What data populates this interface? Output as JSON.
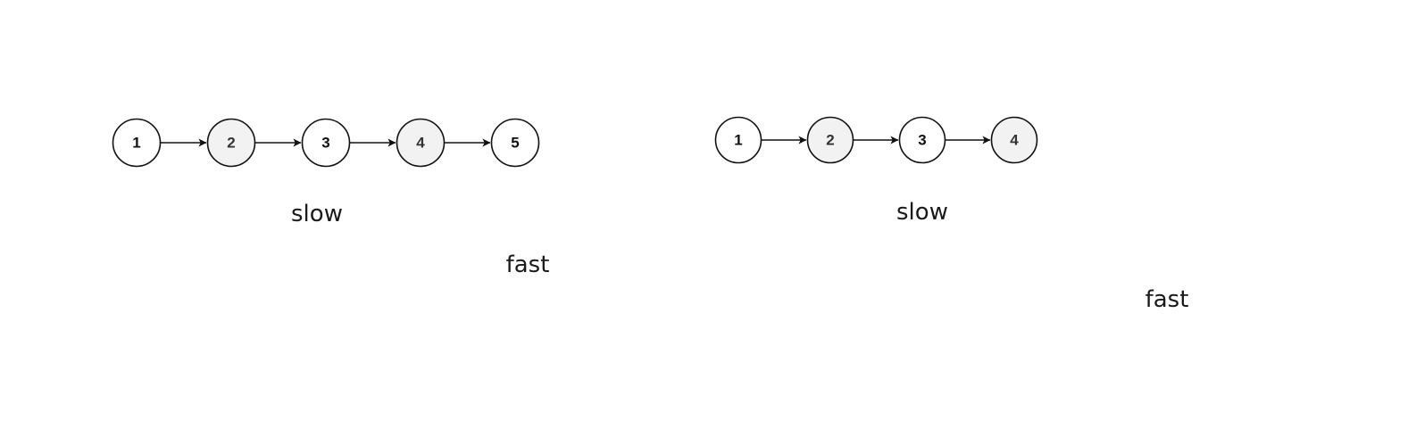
{
  "diagrams": [
    {
      "nodes": [
        {
          "label": "1",
          "shaded": false
        },
        {
          "label": "2",
          "shaded": true
        },
        {
          "label": "3",
          "shaded": false
        },
        {
          "label": "4",
          "shaded": true
        },
        {
          "label": "5",
          "shaded": false
        }
      ],
      "pointers": {
        "slow": "slow",
        "fast": "fast"
      }
    },
    {
      "nodes": [
        {
          "label": "1",
          "shaded": false
        },
        {
          "label": "2",
          "shaded": true
        },
        {
          "label": "3",
          "shaded": false
        },
        {
          "label": "4",
          "shaded": true
        }
      ],
      "pointers": {
        "slow": "slow",
        "fast": "fast"
      }
    }
  ],
  "colors": {
    "node_fill": "#ffffff",
    "node_fill_shaded": "#f2f2f2",
    "stroke": "#111111"
  }
}
